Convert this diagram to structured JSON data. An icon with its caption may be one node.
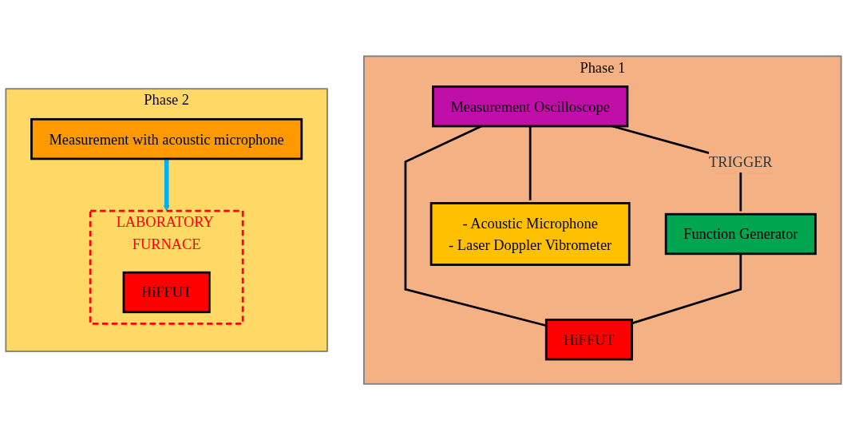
{
  "diagram": {
    "nodes": [
      {
        "text": [
          "Phase 1"
        ]
      },
      {
        "text": [
          "Measurement Oscilloscope"
        ],
        "in": 0
      },
      {
        "text": [
          "Function Generator"
        ],
        "in": 0
      },
      {
        "text": [
          "- Acoustic Microphone",
          "- Laser Doppler Vibrometer"
        ],
        "in": 0
      },
      {
        "text": [
          "HiFFUT"
        ],
        "in": 0
      },
      {
        "text": [
          "Phase 2"
        ]
      },
      {
        "text": [
          "LABORATORY FURNACE"
        ],
        "in": 5
      },
      {
        "text": [
          "HiFFUT"
        ],
        "in": 6
      },
      {
        "text": [
          "Measurement with acoustic microphone"
        ],
        "in": 5
      }
    ],
    "edges": [
      {
        "from": 1,
        "to": 2,
        "arrow": "none",
        "label": "TRIGGER"
      },
      {
        "from": 1,
        "to": 4,
        "arrow": "none"
      },
      {
        "from": 2,
        "to": 4,
        "arrow": "none"
      },
      {
        "from": 1,
        "to": 3,
        "arrow": "none"
      },
      {
        "from": 8,
        "to": 6,
        "arrow": "to",
        "style": "thick",
        "color": "#00b0f0"
      }
    ]
  }
}
